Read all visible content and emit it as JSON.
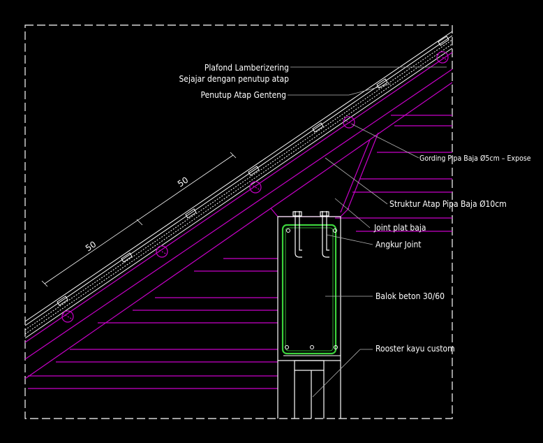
{
  "colors": {
    "background": "#000000",
    "frame": "#ffffff",
    "roof": "#c800c8",
    "beam": "#ffffff",
    "rebar": "#3cd23c",
    "leader": "#b4b4b4",
    "text": "#ffffff"
  },
  "labels": {
    "plafond_line1": "Plafond Lamberizering",
    "plafond_line2": "Sejajar dengan penutup atap",
    "penutup": "Penutup Atap Genteng",
    "gording": "Gording Pipa Baja Ø5cm – Expose",
    "struktur": "Struktur Atap Pipa Baja Ø10cm",
    "joint_plat": "Joint plat baja",
    "angkur": "Angkur Joint",
    "balok": "Balok beton 30/60",
    "rooster": "Rooster kayu custom"
  },
  "dimensions": {
    "dim1": "50",
    "dim2": "50"
  },
  "icons": {
    "gording_section": "circle-pipe-icon",
    "anchor_bolt": "anchor-bolt-icon",
    "tile_clip": "tile-clip-icon"
  }
}
